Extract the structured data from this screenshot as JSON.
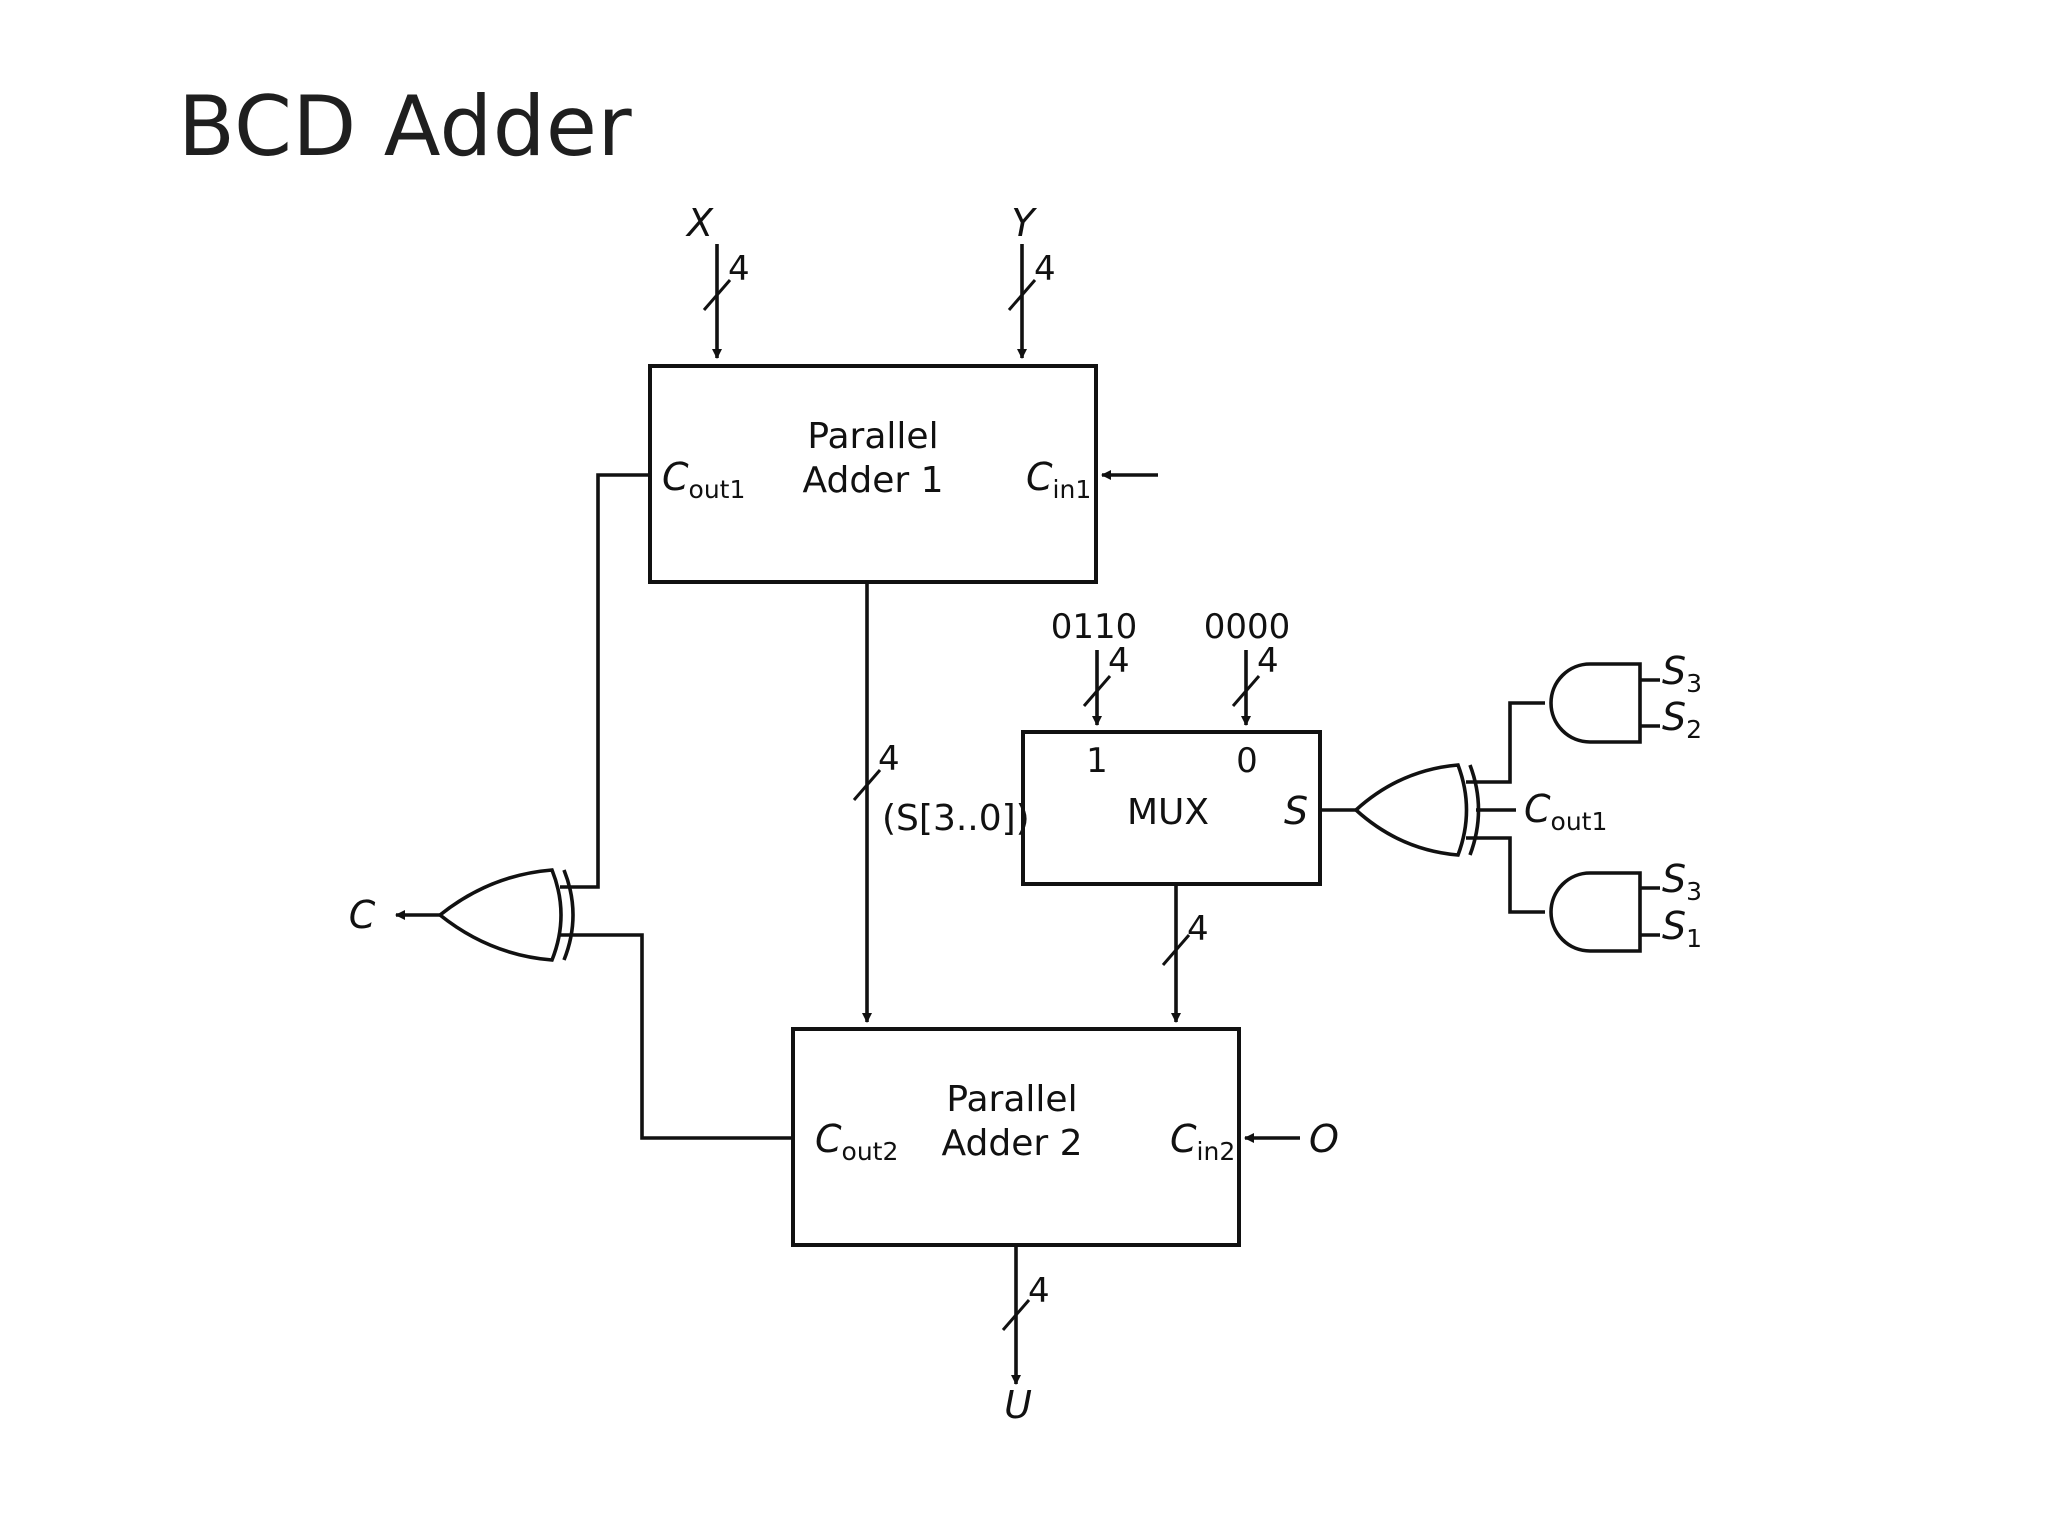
{
  "title": "BCD Adder",
  "inputs": {
    "x": "X",
    "y": "Y",
    "zero_bits": "0110",
    "mux_zero_input": "0000",
    "cin2_source": "O"
  },
  "outputs": {
    "carry": "C",
    "sum": "U"
  },
  "bus_width": "4",
  "adder1": {
    "line1": "Parallel",
    "line2": "Adder 1",
    "cout_base": "C",
    "cout_sub": "out1",
    "cin_base": "C",
    "cin_sub": "in1"
  },
  "adder2": {
    "line1": "Parallel",
    "line2": "Adder 2",
    "cout_base": "C",
    "cout_sub": "out2",
    "cin_base": "C",
    "cin_sub": "in2"
  },
  "mux": {
    "label": "MUX",
    "in1": "1",
    "in0": "0",
    "select": "S"
  },
  "sum_bus_label": "(S[3..0])",
  "or_gate_inputs": {
    "cout_base": "C",
    "cout_sub": "out1"
  },
  "and_gate_top": {
    "a_base": "S",
    "a_sub": "3",
    "b_base": "S",
    "b_sub": "2"
  },
  "and_gate_bottom": {
    "a_base": "S",
    "a_sub": "3",
    "b_base": "S",
    "b_sub": "1"
  }
}
